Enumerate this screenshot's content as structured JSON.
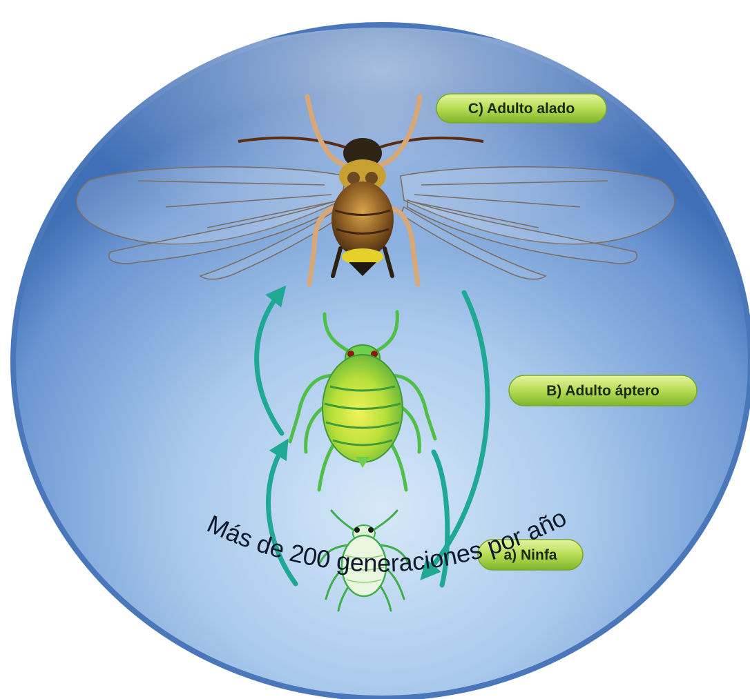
{
  "labels": {
    "winged_adult": "C) Adulto alado",
    "wingless_adult": "B) Adulto áptero",
    "nymph": "a) Ninfa"
  },
  "caption": "Más de 200 generaciones por año",
  "colors": {
    "globe_light": "#cfe3f6",
    "globe_mid": "#8fb8e4",
    "globe_dark": "#3f6fb6",
    "arrow": "#1fa893",
    "pill_light": "#dcef8a",
    "pill_dark": "#8cc032",
    "aphid_green": "#5cc64a",
    "aphid_body": "#b9e03a",
    "winged_body": "#8a5a22"
  },
  "icons": [
    "winged-aphid-icon",
    "wingless-aphid-icon",
    "nymph-aphid-icon",
    "cycle-arrow-icon"
  ]
}
